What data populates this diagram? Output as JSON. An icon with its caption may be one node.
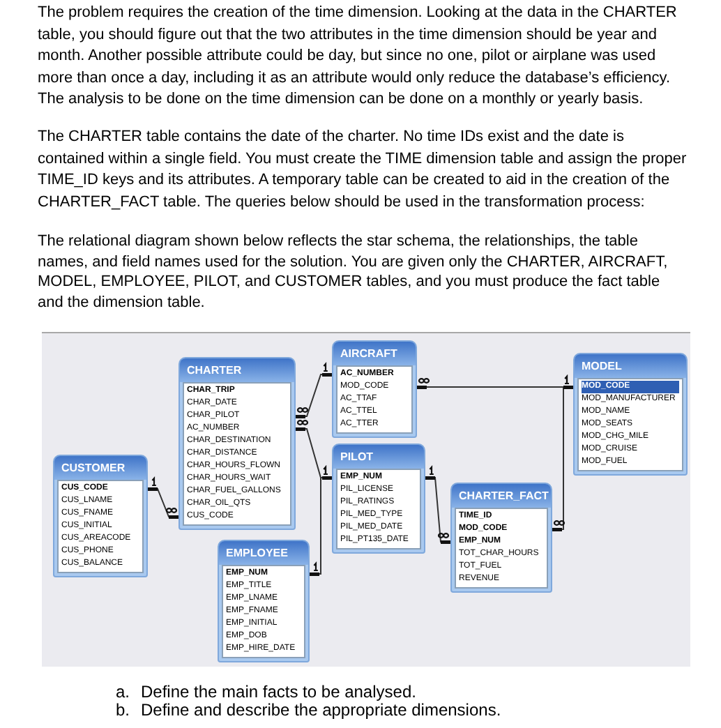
{
  "diagram": {
    "nodes": [
      {
        "text": [
          "CHARTER",
          "CHAR_TRIP",
          "CHAR_DATE",
          "CHAR_PILOT",
          "AC_NUMBER",
          "CHAR_DESTINATION",
          "CHAR_DISTANCE",
          "CHAR_HOURS_FLOWN",
          "CHAR_HOURS_WAIT",
          "CHAR_FUEL_GALLONS",
          "CHAR_OIL_QTS",
          "CUS_CODE"
        ]
      },
      {
        "text": [
          "AIRCRAFT",
          "AC_NUMBER",
          "MOD_CODE",
          "AC_TTAF",
          "AC_TTEL",
          "AC_TTER"
        ]
      },
      {
        "text": [
          "MODEL",
          "MOD_CODE",
          "MOD_MANUFACTURER",
          "MOD_NAME",
          "MOD_SEATS",
          "MOD_CHG_MILE",
          "MOD_CRUISE",
          "MOD_FUEL"
        ]
      },
      {
        "text": [
          "CUSTOMER",
          "CUS_CODE",
          "CUS_LNAME",
          "CUS_FNAME",
          "CUS_INITIAL",
          "CUS_AREACODE",
          "CUS_PHONE",
          "CUS_BALANCE"
        ]
      },
      {
        "text": [
          "PILOT",
          "EMP_NUM",
          "PIL_LICENSE",
          "PIL_RATINGS",
          "PIL_MED_TYPE",
          "PIL_MED_DATE",
          "PIL_PT135_DATE"
        ]
      },
      {
        "text": [
          "CHARTER_FACT",
          "TIME_ID",
          "MOD_CODE",
          "EMP_NUM",
          "TOT_CHAR_HOURS",
          "TOT_FUEL",
          "REVENUE"
        ]
      },
      {
        "text": [
          "EMPLOYEE",
          "EMP_NUM",
          "EMP_TITLE",
          "EMP_LNAME",
          "EMP_FNAME",
          "EMP_INITIAL",
          "EMP_DOB",
          "EMP_HIRE_DATE"
        ]
      }
    ],
    "edges": [
      {
        "from": 0,
        "to": 1,
        "arrow": "other"
      },
      {
        "from": 0,
        "to": 4,
        "arrow": "other"
      },
      {
        "from": 0,
        "to": 3,
        "arrow": "other"
      },
      {
        "from": 1,
        "to": 2,
        "arrow": "other"
      },
      {
        "from": 5,
        "to": 2,
        "arrow": "other"
      },
      {
        "from": 5,
        "to": 4,
        "arrow": "other"
      },
      {
        "from": 4,
        "to": 6,
        "arrow": "other"
      }
    ],
    "labels": [
      "The problem requires the creation of the time dimension. Looking at the data in the CHARTER table, you should figure out that the two attributes in the time dimension should be year and month. Another possible attribute could be day, but since no one, pilot or airplane was used more than once a day, including it as an attribute would only reduce the database’s efficiency. The analysis to be done on the time dimension can be done on a monthly or yearly basis.",
      "The CHARTER table contains the date of the charter. No time IDs exist and the date is contained within a single field. You must create the TIME dimension table and assign the proper TIME_ID keys and its attributes. A temporary table can be created to aid in the creation of the CHARTER_FACT table. The queries below should be used in the transformation process:",
      "The relational diagram shown below reflects the star schema, the relationships, the table names, and field names used for the solution. You are given only the CHARTER, AIRCRAFT, MODEL, EMPLOYEE, PILOT, and CUSTOMER tables, and you must produce the fact table and the dimension table.",
      "a.",
      "Define the main facts to be analysed.",
      "b.",
      "Define and describe the appropriate dimensions."
    ]
  }
}
